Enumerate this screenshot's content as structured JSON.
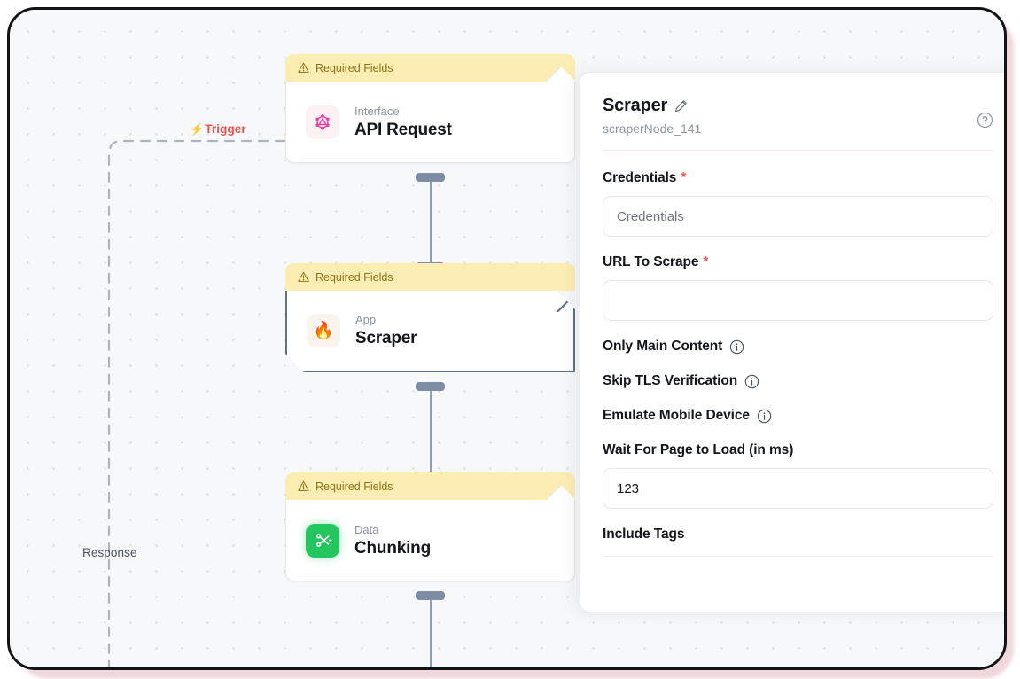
{
  "canvas": {
    "labels": {
      "trigger": "Trigger",
      "trigger_icon": "bolt-icon",
      "response": "Response"
    },
    "warning_text": "Required Fields",
    "nodes": [
      {
        "id": "api-request",
        "warning": "Required Fields",
        "category": "Interface",
        "title": "API Request",
        "icon": "graphql-icon",
        "glyph": "⬡",
        "selected": false
      },
      {
        "id": "scraper",
        "warning": "Required Fields",
        "category": "App",
        "title": "Scraper",
        "icon": "flame-icon",
        "glyph": "🔥",
        "selected": true
      },
      {
        "id": "chunking",
        "warning": "Required Fields",
        "category": "Data",
        "title": "Chunking",
        "icon": "scissors-icon",
        "glyph": "✂",
        "selected": false
      }
    ]
  },
  "inspector": {
    "title": "Scraper",
    "edit_icon": "pencil-icon",
    "subtitle": "scraperNode_141",
    "help_icon": "help-circle-icon",
    "fields": [
      {
        "type": "text",
        "label": "Credentials",
        "required": true,
        "value": "",
        "placeholder": "Credentials"
      },
      {
        "type": "text",
        "label": "URL To Scrape",
        "required": true,
        "value": "",
        "placeholder": ""
      },
      {
        "type": "toggle",
        "label": "Only Main Content",
        "info": true
      },
      {
        "type": "toggle",
        "label": "Skip TLS Verification",
        "info": true
      },
      {
        "type": "toggle",
        "label": "Emulate Mobile Device",
        "info": true
      },
      {
        "type": "text",
        "label": "Wait For Page to Load (in ms)",
        "required": false,
        "value": "123",
        "placeholder": ""
      },
      {
        "type": "label",
        "label": "Include Tags",
        "required": false
      }
    ]
  },
  "colors": {
    "accent_red": "#f2504a",
    "warning_bg": "#fceeb2",
    "warning_text": "#8a7318",
    "selected_border": "#5f728d",
    "handle": "#7d8da4",
    "data_icon_bg": "#22c55e"
  }
}
